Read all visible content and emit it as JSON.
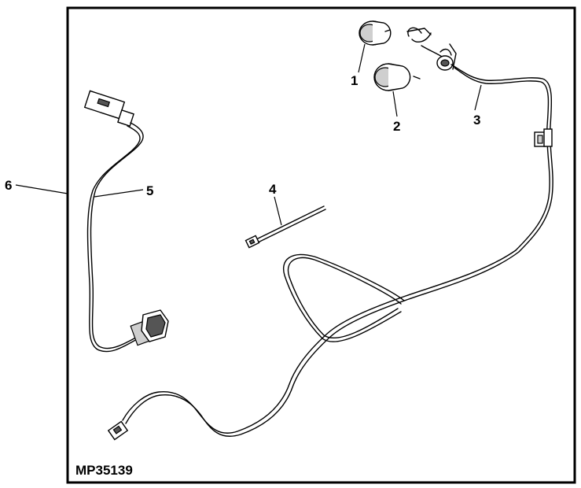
{
  "figure_id": "MP35139",
  "callouts": {
    "c1": "1",
    "c2": "2",
    "c3": "3",
    "c4": "4",
    "c5": "5",
    "c6": "6"
  }
}
